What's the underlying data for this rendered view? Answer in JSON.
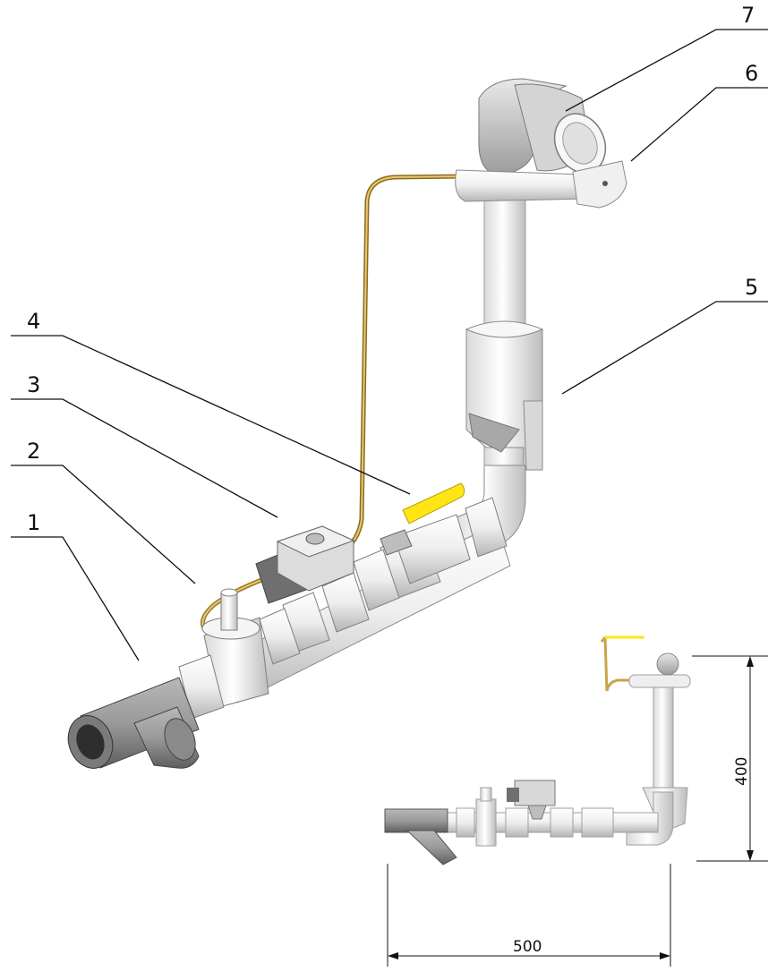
{
  "callouts": [
    {
      "id": "1",
      "label": "1"
    },
    {
      "id": "2",
      "label": "2"
    },
    {
      "id": "3",
      "label": "3"
    },
    {
      "id": "4",
      "label": "4"
    },
    {
      "id": "5",
      "label": "5"
    },
    {
      "id": "6",
      "label": "6"
    },
    {
      "id": "7",
      "label": "7"
    }
  ],
  "dimensions": {
    "height_label": "400",
    "width_label": "500"
  },
  "colors": {
    "pipe_light": "#f2f2f2",
    "pipe_shade": "#cfcfcf",
    "filter_dark": "#8f8f8f",
    "valve_handle": "#ffe516",
    "capillary_wire": "#c9a44a",
    "leader_line": "#111111"
  }
}
